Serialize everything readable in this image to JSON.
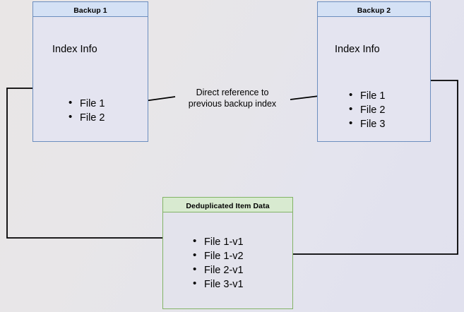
{
  "diagram": {
    "title_hidden": "Backup deduplication reference diagram",
    "colors": {
      "blue_border": "#6c8ebf",
      "blue_header": "#d4e1f5",
      "green_border": "#82b366",
      "green_header": "#d8ead0",
      "box_fill": "#e4e4f0",
      "connector": "#000000"
    }
  },
  "backup1": {
    "header": "Backup 1",
    "section_label": "Index Info",
    "files": [
      "File 1",
      "File 2"
    ]
  },
  "backup2": {
    "header": "Backup 2",
    "section_label": "Index Info",
    "files": [
      "File 1",
      "File 2",
      "File 3"
    ]
  },
  "dedup": {
    "header": "Deduplicated Item Data",
    "items": [
      "File 1-v1",
      "File 1-v2",
      "File 2-v1",
      "File 3-v1"
    ]
  },
  "annotation": {
    "line1": "Direct reference to",
    "line2": "previous backup index"
  }
}
